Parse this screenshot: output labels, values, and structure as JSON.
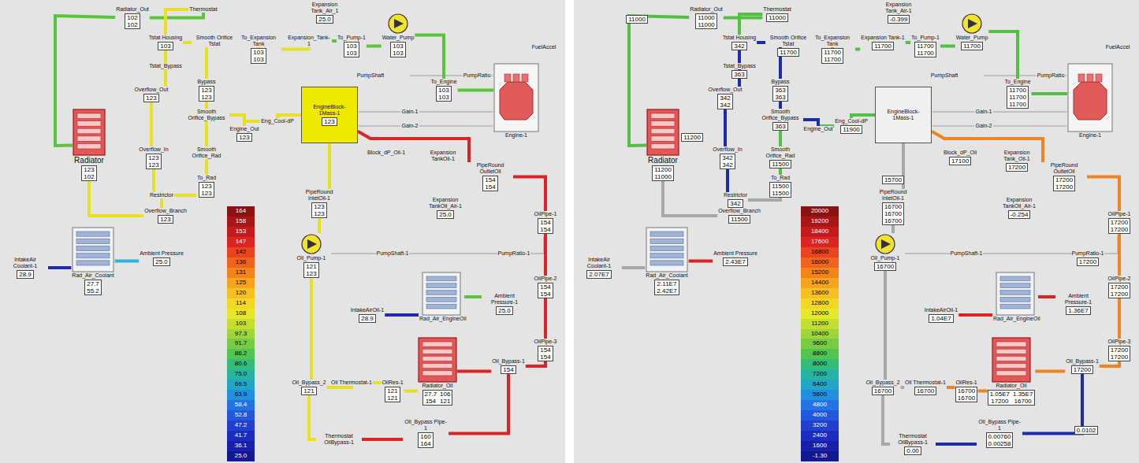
{
  "diagram": {
    "nodes": [
      {
        "text": [
          "Radiator_Out",
          "102",
          "102"
        ]
      },
      {
        "text": [
          "Thermostat"
        ]
      },
      {
        "text": [
          "Expansion Tank_Air_1",
          "25.0"
        ]
      },
      {
        "text": [
          "Tstat Housing",
          "103"
        ]
      },
      {
        "text": [
          "Smooth Orifice Tstat"
        ]
      },
      {
        "text": [
          "To_Expansion Tank",
          "103",
          "103"
        ]
      },
      {
        "text": [
          "Expansion_Tank-1"
        ]
      },
      {
        "text": [
          "To_Pump-1",
          "103",
          "103"
        ]
      },
      {
        "text": [
          "Water_Pump",
          "103",
          "103"
        ]
      },
      {
        "text": [
          "Tstat_Bypass"
        ]
      },
      {
        "text": [
          "PumpShaft"
        ]
      },
      {
        "text": [
          "To_Engine",
          "103",
          "103"
        ]
      },
      {
        "text": [
          "PumpRatio"
        ]
      },
      {
        "text": [
          "Engine-1"
        ]
      },
      {
        "text": [
          "Overflow_Out",
          "123"
        ]
      },
      {
        "text": [
          "Bypass",
          "123",
          "123"
        ]
      },
      {
        "text": [
          "Smooth Orifice_Bypass"
        ]
      },
      {
        "text": [
          "Engine_Out",
          "123"
        ]
      },
      {
        "text": [
          "Eng_Cool-dP"
        ]
      },
      {
        "text": [
          "EngineBlock-1Mass-1",
          "123"
        ]
      },
      {
        "text": [
          "Gain-1"
        ]
      },
      {
        "text": [
          "Gain-2"
        ]
      },
      {
        "text": [
          "Overflow_In",
          "123",
          "123"
        ]
      },
      {
        "text": [
          "Smooth Orifice_Rad"
        ]
      },
      {
        "text": [
          "To_Rad",
          "123",
          "123"
        ]
      },
      {
        "text": [
          "Block_dP_Oil-1"
        ]
      },
      {
        "text": [
          "Expansion TankOil-1"
        ]
      },
      {
        "text": [
          "Radiator",
          "123",
          "102"
        ]
      },
      {
        "text": [
          "PipeRound OutletOil",
          "154",
          "154"
        ]
      },
      {
        "text": [
          "Restrictor"
        ]
      },
      {
        "text": [
          "Overflow_Branch",
          "123"
        ]
      },
      {
        "text": [
          "PipeRound InletOil-1",
          "123",
          "123"
        ]
      },
      {
        "text": [
          "Expansion TankOil_Air-1",
          "25.0"
        ]
      },
      {
        "text": [
          "OilPipe-1",
          "154",
          "154"
        ]
      },
      {
        "text": [
          "IntakeAir Coolant-1",
          "28.9"
        ]
      },
      {
        "text": [
          "Rad_Air_Coolant",
          "27.7",
          "55.2"
        ]
      },
      {
        "text": [
          "Ambient Pressure",
          "25.0"
        ]
      },
      {
        "text": [
          "Oil_Pump-1",
          "121",
          "123"
        ]
      },
      {
        "text": [
          "PumpShaft-1"
        ]
      },
      {
        "text": [
          "PumpRatio-1"
        ]
      },
      {
        "text": [
          "OilPipe-2",
          "154",
          "154"
        ]
      },
      {
        "text": [
          "Rad_Air_EngineOil"
        ]
      },
      {
        "text": [
          "IntakeAirOil-1",
          "28.9"
        ]
      },
      {
        "text": [
          "Ambient Pressure-1",
          "25.0"
        ]
      },
      {
        "text": [
          "OilPipe-3",
          "154",
          "154"
        ]
      },
      {
        "text": [
          "Radiator_Oil",
          "27.7",
          "106",
          "154",
          "121"
        ]
      },
      {
        "text": [
          "Oil_Bypass-1",
          "154"
        ]
      },
      {
        "text": [
          "Oil_Bypass_2",
          "121"
        ]
      },
      {
        "text": [
          "Oil Thermostat-1"
        ]
      },
      {
        "text": [
          "OilRes-1",
          "121",
          "121"
        ]
      },
      {
        "text": [
          "Thermostat OilBypass-1"
        ]
      },
      {
        "text": [
          "Oil_Bypass Pipe-1",
          "160",
          "164"
        ]
      },
      {
        "text": [
          "Radiator_Out",
          "11000",
          "11000"
        ]
      },
      {
        "text": [
          "Thermostat",
          "11000"
        ]
      },
      {
        "text": [
          "Expansion Tank_Air-1",
          "-0.399"
        ]
      },
      {
        "text": [
          "Tstat Housing",
          "342"
        ]
      },
      {
        "text": [
          "Smooth Orifice Tstat",
          "11700"
        ]
      },
      {
        "text": [
          "To_Expansion Tank",
          "11700",
          "11700"
        ]
      },
      {
        "text": [
          "Expansion Tank-1",
          "11700"
        ]
      },
      {
        "text": [
          "To_Pump-1",
          "11700",
          "11700"
        ]
      },
      {
        "text": [
          "Water_Pump",
          "11700"
        ]
      },
      {
        "text": [
          "Tstat_Bypass",
          "363"
        ]
      },
      {
        "text": [
          "PumpShaft"
        ]
      },
      {
        "text": [
          "To_Engine",
          "11700",
          "11700",
          "11700"
        ]
      },
      {
        "text": [
          "PumpRatio"
        ]
      },
      {
        "text": [
          "Engine-1"
        ]
      },
      {
        "text": [
          "Overflow_Out",
          "342",
          "342"
        ]
      },
      {
        "text": [
          "Bypass",
          "363",
          "363"
        ]
      },
      {
        "text": [
          "Smooth Orifice_Bypass",
          "363"
        ]
      },
      {
        "text": [
          "Engine_Out"
        ]
      },
      {
        "text": [
          "Eng_Cool-dP",
          "11900"
        ]
      },
      {
        "text": [
          "EngineBlock-1Mass-1"
        ]
      },
      {
        "text": [
          "Gain-1"
        ]
      },
      {
        "text": [
          "Gain-2"
        ]
      },
      {
        "text": [
          "Overflow_In",
          "342",
          "342"
        ]
      },
      {
        "text": [
          "Smooth Orifice_Rad",
          "11500"
        ]
      },
      {
        "text": [
          "To_Rad",
          "11500",
          "11500"
        ]
      },
      {
        "text": [
          "Block_dP_Oil",
          "17100"
        ]
      },
      {
        "text": [
          "Expansion Tank_Oil-1",
          "17200"
        ]
      },
      {
        "text": [
          "Radiator",
          "11200",
          "11000"
        ]
      },
      {
        "text": [
          "PipeRound OutletOil",
          "17200",
          "17200"
        ]
      },
      {
        "text": [
          "Restrictor",
          "342"
        ]
      },
      {
        "text": [
          "Overflow_Branch",
          "11500"
        ]
      },
      {
        "text": [
          "PipeRound InletOil-1",
          "16700",
          "16700",
          "16700"
        ]
      },
      {
        "text": [
          "Expansion TankOil_Air-1",
          "-0.254"
        ]
      },
      {
        "text": [
          "OilPipe-1",
          "17200",
          "17200"
        ]
      },
      {
        "text": [
          "IntakeAir Coolant-1",
          "2.07E7"
        ]
      },
      {
        "text": [
          "Rad_Air_Coolant",
          "2.11E7",
          "2.42E7"
        ]
      },
      {
        "text": [
          "Ambient Pressure",
          "2.43E7"
        ]
      },
      {
        "text": [
          "Oil_Pump-1",
          "16700"
        ]
      },
      {
        "text": [
          "PumpShaft-1"
        ]
      },
      {
        "text": [
          "PumpRatio-1",
          "17200"
        ]
      },
      {
        "text": [
          "OilPipe-2",
          "17200",
          "17200"
        ]
      },
      {
        "text": [
          "Rad_Air_EngineOil"
        ]
      },
      {
        "text": [
          "IntakeAirOil-1",
          "1.04E7"
        ]
      },
      {
        "text": [
          "Ambient Pressure-1",
          "1.36E7"
        ]
      },
      {
        "text": [
          "OilPipe-3",
          "17200",
          "17200"
        ]
      },
      {
        "text": [
          "Radiator_Oil",
          "1.05E7",
          "1.35E7",
          "17200",
          "16700"
        ]
      },
      {
        "text": [
          "Oil_Bypass-1",
          "17200"
        ]
      },
      {
        "text": [
          "Oil_Bypass_2",
          "16700"
        ]
      },
      {
        "text": [
          "Oil Thermostat-1",
          "16700"
        ]
      },
      {
        "text": [
          "OilRes-1",
          "16700",
          "16700"
        ]
      },
      {
        "text": [
          "Thermostat OilBypass-1",
          "0.00"
        ]
      },
      {
        "text": [
          "Oil_Bypass Pipe-1",
          "0.00760",
          "0.00258"
        ]
      },
      {
        "text": [
          "11000"
        ]
      },
      {
        "text": [
          "11200"
        ]
      },
      {
        "text": [
          "15700"
        ]
      },
      {
        "text": [
          "0.0102"
        ]
      }
    ],
    "edges": [
      {
        "from": 27,
        "to": 0,
        "arrow": "none"
      },
      {
        "from": 0,
        "to": 1,
        "arrow": "none"
      },
      {
        "from": 1,
        "to": 3,
        "arrow": "none"
      },
      {
        "from": 3,
        "to": 4,
        "arrow": "none"
      },
      {
        "from": 4,
        "to": 5,
        "arrow": "none"
      },
      {
        "from": 5,
        "to": 6,
        "arrow": "none"
      },
      {
        "from": 6,
        "to": 7,
        "arrow": "none"
      },
      {
        "from": 7,
        "to": 8,
        "arrow": "none"
      },
      {
        "from": 8,
        "to": 11,
        "arrow": "none"
      },
      {
        "from": 11,
        "to": 13,
        "arrow": "none"
      },
      {
        "from": 19,
        "to": 18,
        "arrow": "none"
      },
      {
        "from": 18,
        "to": 17,
        "arrow": "none"
      },
      {
        "from": 17,
        "to": 16,
        "arrow": "none"
      },
      {
        "from": 16,
        "to": 15,
        "arrow": "none"
      },
      {
        "from": 15,
        "to": 3,
        "arrow": "none"
      },
      {
        "from": 3,
        "to": 14,
        "arrow": "none"
      },
      {
        "from": 14,
        "to": 22,
        "arrow": "none"
      },
      {
        "from": 22,
        "to": 29,
        "arrow": "none"
      },
      {
        "from": 16,
        "to": 23,
        "arrow": "none"
      },
      {
        "from": 23,
        "to": 24,
        "arrow": "none"
      },
      {
        "from": 24,
        "to": 29,
        "arrow": "none"
      },
      {
        "from": 29,
        "to": 30,
        "arrow": "none"
      },
      {
        "from": 30,
        "to": 27,
        "arrow": "none"
      },
      {
        "from": 19,
        "to": 31,
        "arrow": "none"
      },
      {
        "from": 31,
        "to": 37,
        "arrow": "none"
      },
      {
        "from": 37,
        "to": 47,
        "arrow": "none"
      },
      {
        "from": 47,
        "to": 48,
        "arrow": "none"
      },
      {
        "from": 48,
        "to": 49,
        "arrow": "none"
      },
      {
        "from": 49,
        "to": 45,
        "arrow": "none"
      },
      {
        "from": 45,
        "to": 46,
        "arrow": "none"
      },
      {
        "from": 46,
        "to": 44,
        "arrow": "none"
      },
      {
        "from": 44,
        "to": 40,
        "arrow": "none"
      },
      {
        "from": 40,
        "to": 33,
        "arrow": "none"
      },
      {
        "from": 33,
        "to": 28,
        "arrow": "none"
      },
      {
        "from": 28,
        "to": 19,
        "arrow": "none"
      },
      {
        "from": 47,
        "to": 50,
        "arrow": "none"
      },
      {
        "from": 50,
        "to": 51,
        "arrow": "none"
      },
      {
        "from": 51,
        "to": 46,
        "arrow": "none"
      },
      {
        "from": 34,
        "to": 35,
        "arrow": "none"
      },
      {
        "from": 35,
        "to": 36,
        "arrow": "none"
      },
      {
        "from": 42,
        "to": 41,
        "arrow": "none"
      },
      {
        "from": 41,
        "to": 43,
        "arrow": "none"
      },
      {
        "from": 79,
        "to": 52,
        "arrow": "none"
      },
      {
        "from": 52,
        "to": 53,
        "arrow": "none"
      },
      {
        "from": 53,
        "to": 55,
        "arrow": "none"
      },
      {
        "from": 55,
        "to": 56,
        "arrow": "none"
      },
      {
        "from": 56,
        "to": 57,
        "arrow": "none"
      },
      {
        "from": 57,
        "to": 58,
        "arrow": "none"
      },
      {
        "from": 58,
        "to": 59,
        "arrow": "none"
      },
      {
        "from": 59,
        "to": 60,
        "arrow": "none"
      },
      {
        "from": 60,
        "to": 63,
        "arrow": "none"
      },
      {
        "from": 63,
        "to": 65,
        "arrow": "none"
      },
      {
        "from": 71,
        "to": 70,
        "arrow": "none"
      },
      {
        "from": 70,
        "to": 69,
        "arrow": "none"
      },
      {
        "from": 69,
        "to": 68,
        "arrow": "none"
      },
      {
        "from": 68,
        "to": 67,
        "arrow": "none"
      },
      {
        "from": 67,
        "to": 55,
        "arrow": "none"
      },
      {
        "from": 55,
        "to": 66,
        "arrow": "none"
      },
      {
        "from": 66,
        "to": 74,
        "arrow": "none"
      },
      {
        "from": 74,
        "to": 81,
        "arrow": "none"
      },
      {
        "from": 68,
        "to": 75,
        "arrow": "none"
      },
      {
        "from": 75,
        "to": 76,
        "arrow": "none"
      },
      {
        "from": 76,
        "to": 81,
        "arrow": "none"
      },
      {
        "from": 81,
        "to": 82,
        "arrow": "none"
      },
      {
        "from": 82,
        "to": 79,
        "arrow": "none"
      },
      {
        "from": 71,
        "to": 83,
        "arrow": "none"
      },
      {
        "from": 83,
        "to": 89,
        "arrow": "none"
      },
      {
        "from": 89,
        "to": 99,
        "arrow": "none"
      },
      {
        "from": 99,
        "to": 100,
        "arrow": "none"
      },
      {
        "from": 100,
        "to": 101,
        "arrow": "none"
      },
      {
        "from": 101,
        "to": 97,
        "arrow": "none"
      },
      {
        "from": 97,
        "to": 98,
        "arrow": "none"
      },
      {
        "from": 98,
        "to": 96,
        "arrow": "none"
      },
      {
        "from": 96,
        "to": 92,
        "arrow": "none"
      },
      {
        "from": 92,
        "to": 85,
        "arrow": "none"
      },
      {
        "from": 85,
        "to": 80,
        "arrow": "none"
      },
      {
        "from": 80,
        "to": 71,
        "arrow": "none"
      },
      {
        "from": 99,
        "to": 102,
        "arrow": "none"
      },
      {
        "from": 102,
        "to": 103,
        "arrow": "none"
      },
      {
        "from": 103,
        "to": 98,
        "arrow": "none"
      },
      {
        "from": 86,
        "to": 87,
        "arrow": "none"
      },
      {
        "from": 87,
        "to": 88,
        "arrow": "none"
      },
      {
        "from": 94,
        "to": 93,
        "arrow": "none"
      },
      {
        "from": 93,
        "to": 95,
        "arrow": "none"
      }
    ],
    "labels": [
      "FuelAccel",
      "FuelAccel"
    ],
    "legend": [
      {
        "text": "164",
        "color": "#8a1212"
      },
      {
        "text": "158",
        "color": "#a81616"
      },
      {
        "text": "153",
        "color": "#c41c1c"
      },
      {
        "text": "147",
        "color": "#dc2424"
      },
      {
        "text": "142",
        "color": "#e84420"
      },
      {
        "text": "136",
        "color": "#ee641c"
      },
      {
        "text": "131",
        "color": "#f2841a"
      },
      {
        "text": "125",
        "color": "#f5a41c"
      },
      {
        "text": "120",
        "color": "#f6c020"
      },
      {
        "text": "114",
        "color": "#f2d824"
      },
      {
        "text": "108",
        "color": "#e6e62a"
      },
      {
        "text": "103",
        "color": "#c4de30"
      },
      {
        "text": "97.3",
        "color": "#9ed63a"
      },
      {
        "text": "91.7",
        "color": "#78cc44"
      },
      {
        "text": "86.2",
        "color": "#52c450"
      },
      {
        "text": "80.6",
        "color": "#34bc78"
      },
      {
        "text": "75.0",
        "color": "#24b4a0"
      },
      {
        "text": "69.5",
        "color": "#22a6c6"
      },
      {
        "text": "63.9",
        "color": "#2290de"
      },
      {
        "text": "58.4",
        "color": "#2274e6"
      },
      {
        "text": "52.8",
        "color": "#2258de"
      },
      {
        "text": "47.2",
        "color": "#2040d2"
      },
      {
        "text": "41.7",
        "color": "#1c2cc0"
      },
      {
        "text": "36.1",
        "color": "#1820aa"
      },
      {
        "text": "25.0",
        "color": "#141890"
      },
      {
        "text": "20000",
        "color": "#8a1212"
      },
      {
        "text": "19200",
        "color": "#a81616"
      },
      {
        "text": "18400",
        "color": "#c41c1c"
      },
      {
        "text": "17600",
        "color": "#dc2424"
      },
      {
        "text": "16800",
        "color": "#e84420"
      },
      {
        "text": "16000",
        "color": "#ee641c"
      },
      {
        "text": "15200",
        "color": "#f2841a"
      },
      {
        "text": "14400",
        "color": "#f5a41c"
      },
      {
        "text": "13600",
        "color": "#f6c020"
      },
      {
        "text": "12800",
        "color": "#f2d824"
      },
      {
        "text": "12000",
        "color": "#e6e62a"
      },
      {
        "text": "11200",
        "color": "#c4de30"
      },
      {
        "text": "10400",
        "color": "#9ed63a"
      },
      {
        "text": "9600",
        "color": "#78cc44"
      },
      {
        "text": "8800",
        "color": "#52c450"
      },
      {
        "text": "8000",
        "color": "#34bc78"
      },
      {
        "text": "7200",
        "color": "#24b4a0"
      },
      {
        "text": "6400",
        "color": "#22a6c6"
      },
      {
        "text": "5600",
        "color": "#2290de"
      },
      {
        "text": "4800",
        "color": "#2274e6"
      },
      {
        "text": "4000",
        "color": "#2258de"
      },
      {
        "text": "3200",
        "color": "#2040d2"
      },
      {
        "text": "2400",
        "color": "#1c2cc0"
      },
      {
        "text": "1600",
        "color": "#1820aa"
      },
      {
        "text": "-1.30",
        "color": "#141890"
      }
    ]
  }
}
